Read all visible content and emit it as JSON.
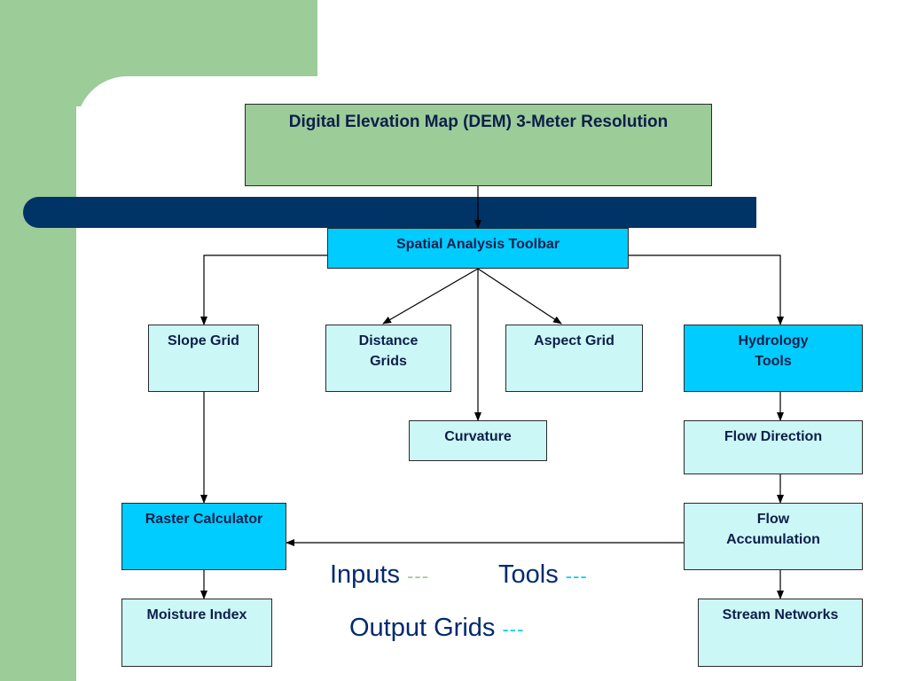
{
  "diagram": {
    "nodes": {
      "dem": "Digital Elevation Map (DEM) 3-Meter Resolution",
      "toolbar": "Spatial Analysis Toolbar",
      "slope": "Slope Grid",
      "distance": "Distance Grids",
      "aspect": "Aspect Grid",
      "hydrology": "Hydrology Tools",
      "curvature": "Curvature",
      "flow_direction": "Flow Direction",
      "raster_calculator": "Raster Calculator",
      "flow_accumulation": "Flow Accumulation",
      "moisture_index": "Moisture Index",
      "stream_networks": "Stream Networks"
    },
    "edges": [
      [
        "dem",
        "toolbar"
      ],
      [
        "toolbar",
        "slope"
      ],
      [
        "toolbar",
        "distance"
      ],
      [
        "toolbar",
        "aspect"
      ],
      [
        "toolbar",
        "curvature"
      ],
      [
        "toolbar",
        "hydrology"
      ],
      [
        "slope",
        "raster_calculator"
      ],
      [
        "hydrology",
        "flow_direction"
      ],
      [
        "flow_direction",
        "flow_accumulation"
      ],
      [
        "flow_accumulation",
        "raster_calculator"
      ],
      [
        "flow_accumulation",
        "stream_networks"
      ],
      [
        "raster_calculator",
        "moisture_index"
      ]
    ]
  },
  "legend": {
    "inputs_label": "Inputs",
    "tools_label": "Tools",
    "outputs_label": "Output Grids",
    "dash": "---",
    "inputs_color": "#9ccc98",
    "tools_color": "#00ccff",
    "outputs_color": "#ccf7f7"
  }
}
